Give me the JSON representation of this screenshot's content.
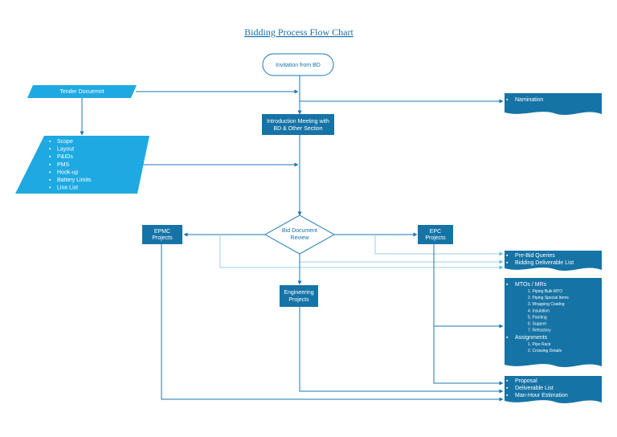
{
  "title": "Bidding Process Flow Chart",
  "start": "Invitation from BD",
  "tender": "Tender Docuemnt",
  "scope_items": [
    "Scope",
    "Layout",
    "P&IDs",
    "PMS",
    "Hook-up",
    "Battery Limits",
    "Line List"
  ],
  "intro": [
    "Introduction Meeting with",
    "BD & Other Section"
  ],
  "nomination": "Namination",
  "decision": [
    "Bid Document",
    "Review"
  ],
  "epmc": [
    "EPMC",
    "Projects"
  ],
  "epc": [
    "EPC",
    "Projects"
  ],
  "engineering": [
    "Engineering",
    "Projects"
  ],
  "doc_prebid": [
    "Pre-Bid Queries",
    "Bidding Deliverable List"
  ],
  "mto_title": "MTOs / MRs",
  "mto_items": [
    "1. Piping Bulk MTO",
    "2. Piping Special Items",
    "3. Wrapping Coating",
    "4. Insulation",
    "5. Painting",
    "6. Support",
    "7. Refractory"
  ],
  "assign_title": "Assignments",
  "assign_items": [
    "1. Pipe Rack",
    "2. Crossing Details"
  ],
  "doc_proposal": [
    "Proposal",
    "Deliverable List",
    "Man-Hour Estimation"
  ],
  "colors": {
    "dark_box": "#1673a6",
    "light_box": "#1fa9e2",
    "line": "#1b75b5",
    "title": "#1b6fa8"
  }
}
